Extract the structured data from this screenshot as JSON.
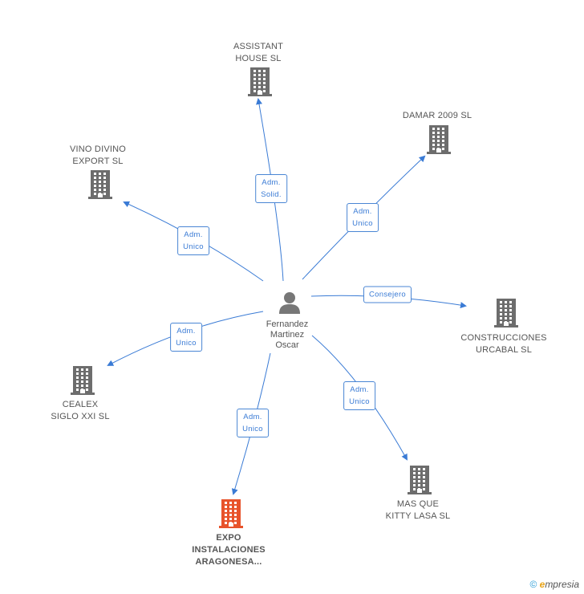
{
  "center": {
    "name": "Fernandez\nMartinez\nOscar"
  },
  "companies": [
    {
      "id": "assistant",
      "name": "ASSISTANT\nHOUSE SL",
      "role": "Adm.\nSolid.",
      "highlight": false
    },
    {
      "id": "damar",
      "name": "DAMAR 2009 SL",
      "role": "Adm.\nUnico",
      "highlight": false
    },
    {
      "id": "vino",
      "name": "VINO DIVINO\nEXPORT SL",
      "role": "Adm.\nUnico",
      "highlight": false
    },
    {
      "id": "construcciones",
      "name": "CONSTRUCCIONES\nURCABAL SL",
      "role": "Consejero",
      "highlight": false
    },
    {
      "id": "cealex",
      "name": "CEALEX\nSIGLO XXI SL",
      "role": "Adm.\nUnico",
      "highlight": false
    },
    {
      "id": "masque",
      "name": "MAS QUE\nKITTY LASA SL",
      "role": "Adm.\nUnico",
      "highlight": false
    },
    {
      "id": "expo",
      "name": "EXPO\nINSTALACIONES\nARAGONESA...",
      "role": "Adm.\nUnico",
      "highlight": true
    }
  ],
  "colors": {
    "edge": "#3a7bd5",
    "building": "#6d6d6d",
    "building_highlight": "#e8532b",
    "person": "#777777"
  },
  "footer": {
    "copyright": "©",
    "brand_e": "e",
    "brand": "mpresia"
  }
}
